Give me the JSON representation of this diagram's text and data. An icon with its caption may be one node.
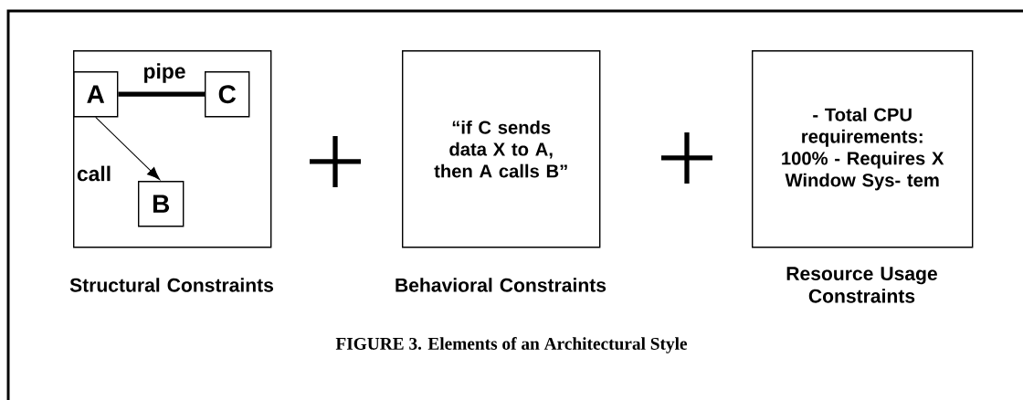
{
  "diagram": {
    "caption": "FIGURE 3. Elements of an Architectural Style",
    "nodes": [
      {
        "text": [
          "Structural Constraints"
        ]
      },
      {
        "text": [
          "A"
        ],
        "in": 0
      },
      {
        "text": [
          "C"
        ],
        "in": 0
      },
      {
        "text": [
          "B"
        ],
        "in": 0
      },
      {
        "text": [
          "“if C sends data X to A, then A calls B”",
          "Behavioral Constraints"
        ]
      },
      {
        "text": [
          "- Total CPU requirements: 100% - Requires X Window Sys- tem",
          "Resource Usage Constraints"
        ]
      }
    ],
    "edges": [
      {
        "from": 1,
        "to": 2,
        "arrow": "none",
        "style": "thick",
        "label": "pipe"
      },
      {
        "from": 1,
        "to": 3,
        "arrow": "to",
        "label": "call"
      }
    ]
  }
}
